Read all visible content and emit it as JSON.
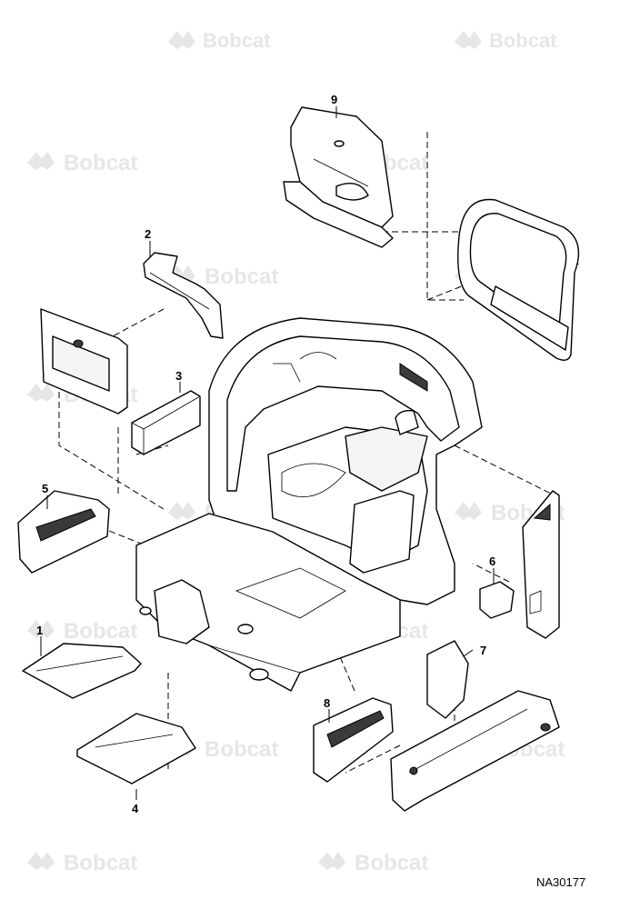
{
  "watermark": {
    "brand": "Bobcat",
    "color": "#e6e6e6"
  },
  "callouts": [
    {
      "id": "1",
      "label": "1"
    },
    {
      "id": "2",
      "label": "2"
    },
    {
      "id": "3",
      "label": "3"
    },
    {
      "id": "4",
      "label": "4"
    },
    {
      "id": "5",
      "label": "5"
    },
    {
      "id": "6",
      "label": "6"
    },
    {
      "id": "7",
      "label": "7"
    },
    {
      "id": "8",
      "label": "8"
    },
    {
      "id": "9",
      "label": "9"
    }
  ],
  "reference_code": "NA30177"
}
